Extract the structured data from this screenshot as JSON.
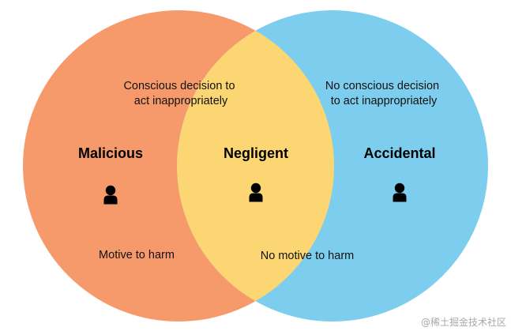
{
  "colors": {
    "left_circle": "#F79A6B",
    "right_circle": "#7DCEEE",
    "overlap": "#FCD672",
    "text": "#111111",
    "person_icon": "#000000"
  },
  "sets": {
    "left": {
      "label": "Malicious",
      "icon": "person-icon"
    },
    "middle": {
      "label": "Negligent",
      "icon": "person-icon"
    },
    "right": {
      "label": "Accidental",
      "icon": "person-icon"
    }
  },
  "annotations": {
    "top_left": [
      "Conscious decision to",
      "act inappropriately"
    ],
    "top_right": [
      "No conscious decision",
      "to act inappropriately"
    ],
    "bottom_left": "Motive to harm",
    "bottom_right": "No motive to harm"
  },
  "watermark": "@稀土掘金技术社区"
}
